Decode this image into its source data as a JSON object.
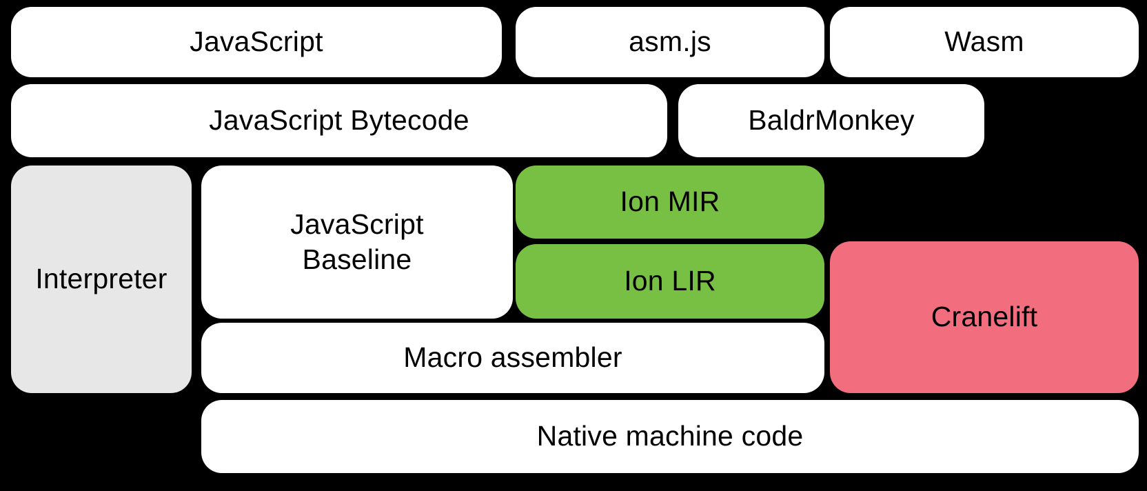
{
  "diagram": {
    "background_color": "#000000",
    "palette": {
      "plain": "#ffffff",
      "interpreter_gray": "#e7e7e7",
      "ion_green": "#77c043",
      "cranelift_pink": "#f26d7d",
      "text": "#000000"
    },
    "boxes": {
      "javascript": {
        "label": "JavaScript",
        "fill": "#ffffff"
      },
      "asmjs": {
        "label": "asm.js",
        "fill": "#ffffff"
      },
      "wasm": {
        "label": "Wasm",
        "fill": "#ffffff"
      },
      "bytecode": {
        "label": "JavaScript Bytecode",
        "fill": "#ffffff"
      },
      "baldrmonkey": {
        "label": "BaldrMonkey",
        "fill": "#ffffff"
      },
      "interpreter": {
        "label": "Interpreter",
        "fill": "#e7e7e7"
      },
      "baseline": {
        "label": "JavaScript\nBaseline",
        "fill": "#ffffff"
      },
      "ionmir": {
        "label": "Ion MIR",
        "fill": "#77c043"
      },
      "ionlir": {
        "label": "Ion LIR",
        "fill": "#77c043"
      },
      "cranelift": {
        "label": "Cranelift",
        "fill": "#f26d7d"
      },
      "macroassembler": {
        "label": "Macro assembler",
        "fill": "#ffffff"
      },
      "native": {
        "label": "Native machine code",
        "fill": "#ffffff"
      }
    }
  }
}
